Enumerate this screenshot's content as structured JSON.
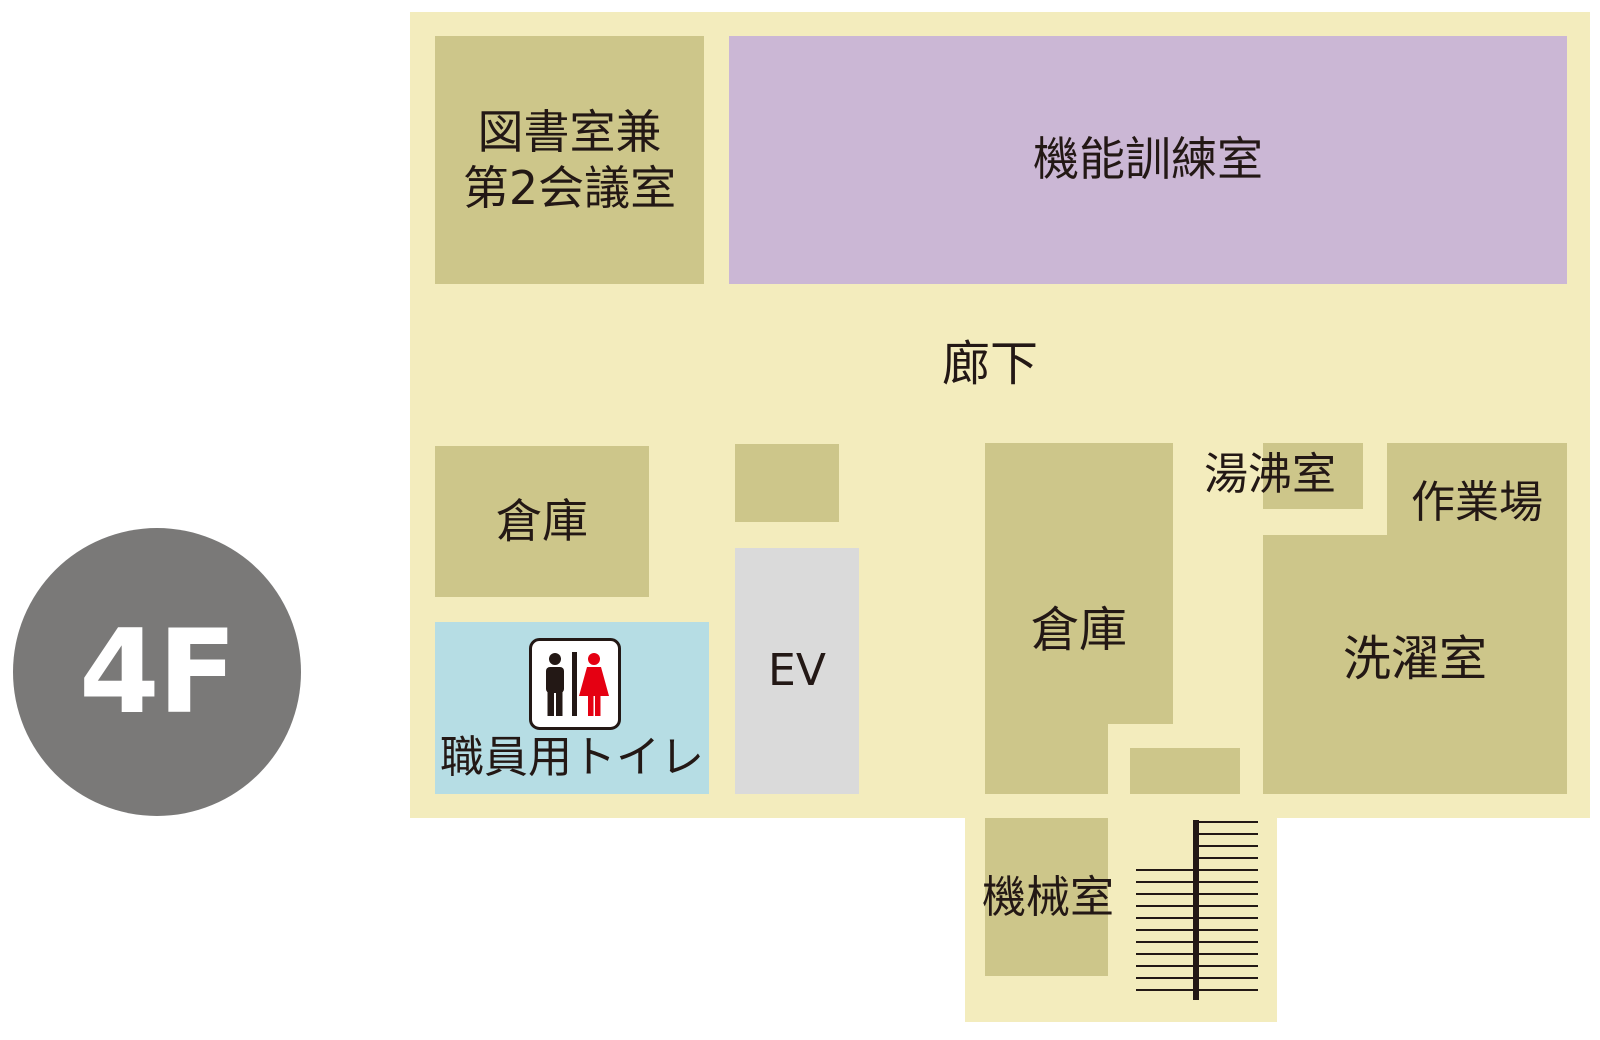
{
  "floor": {
    "label": "4F"
  },
  "colors": {
    "badge": "#7a7978",
    "corridor": "#f3ecbd",
    "room": "#cdc68a",
    "training_room": "#cbb7d5",
    "toilet": "#b6dde4",
    "elevator": "#dadada",
    "text": "#231815",
    "toilet_male": "#231815",
    "toilet_female": "#e50012"
  },
  "rooms": {
    "library": [
      "図書室兼",
      "第2会議室"
    ],
    "training": "機能訓練室",
    "corridor": "廊下",
    "storage_left": "倉庫",
    "storage_center": "倉庫",
    "kettle": "湯沸室",
    "workshop": "作業場",
    "laundry": "洗濯室",
    "elevator": "EV",
    "staff_toilet": "職員用トイレ",
    "machine": "機械室"
  },
  "icons": {
    "toilet": "restroom-icon",
    "stairs": "stairs-icon"
  }
}
